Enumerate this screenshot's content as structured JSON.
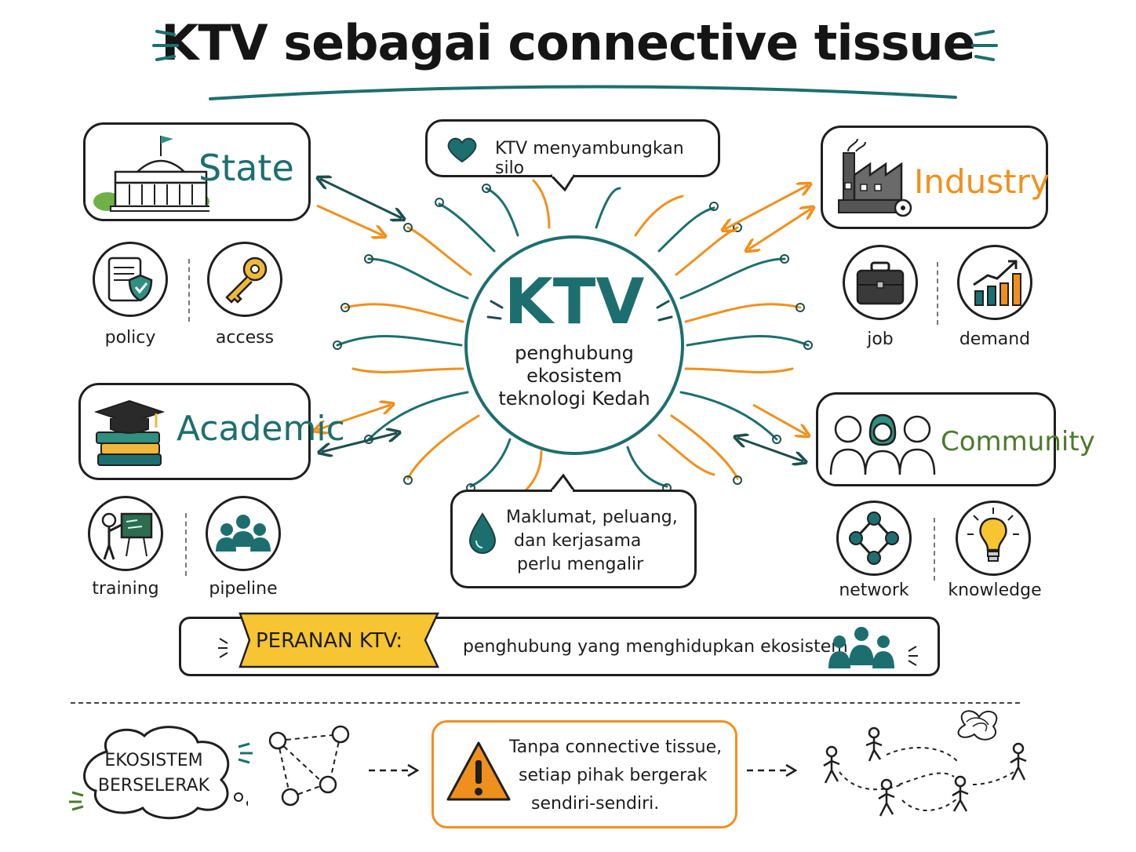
{
  "title": "KTV sebagai connective tissue",
  "colors": {
    "teal": "#1d6f6f",
    "orange": "#f0901c",
    "green": "#4c7a2a",
    "yellow": "#f7c531",
    "ink": "#1f1f1f"
  },
  "center": {
    "heading": "KTV",
    "subtitle_lines": [
      "penghubung",
      "ekosistem",
      "teknologi Kedah"
    ]
  },
  "bubbles": {
    "top": {
      "icon": "heart-icon",
      "text": "KTV menyambungkan silo"
    },
    "bottom": {
      "icon": "water-drop-icon",
      "lines": [
        "Maklumat, peluang,",
        "dan kerjasama",
        "perlu mengalir"
      ]
    }
  },
  "sectors": {
    "state": {
      "label": "State",
      "icon": "government-building-icon",
      "items": [
        {
          "label": "policy",
          "icon": "policy-document-shield-icon"
        },
        {
          "label": "access",
          "icon": "key-icon"
        }
      ]
    },
    "industry": {
      "label": "Industry",
      "icon": "factory-icon",
      "items": [
        {
          "label": "job",
          "icon": "briefcase-icon"
        },
        {
          "label": "demand",
          "icon": "rising-bar-chart-icon"
        }
      ]
    },
    "academic": {
      "label": "Academic",
      "icon": "graduation-cap-books-icon",
      "items": [
        {
          "label": "training",
          "icon": "teacher-blackboard-icon"
        },
        {
          "label": "pipeline",
          "icon": "people-group-icon"
        }
      ]
    },
    "community": {
      "label": "Community",
      "icon": "three-people-icon",
      "items": [
        {
          "label": "network",
          "icon": "network-nodes-icon"
        },
        {
          "label": "knowledge",
          "icon": "lightbulb-icon"
        }
      ]
    }
  },
  "role_banner": {
    "tag": "PERANAN KTV:",
    "text": "penghubung yang menghidupkan ekosistem",
    "icon": "people-group-icon"
  },
  "bottom_flow": {
    "cloud_lines": [
      "EKOSISTEM",
      "BERSELERAK"
    ],
    "warning_icon": "warning-triangle-icon",
    "warning_lines": [
      "Tanpa connective tissue,",
      "setiap pihak bergerak",
      "sendiri-sendiri."
    ],
    "scatter_icon": "scattered-people-icon"
  }
}
